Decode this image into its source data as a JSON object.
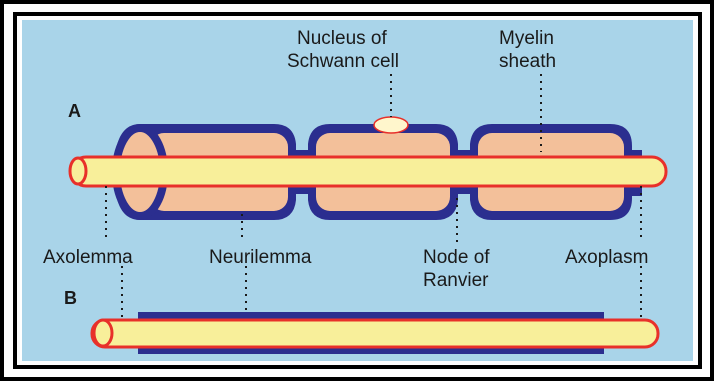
{
  "diagram": {
    "part_a": "A",
    "part_b": "B",
    "labels": {
      "nucleus_line1": "Nucleus of",
      "nucleus_line2": "Schwann cell",
      "myelin_line1": "Myelin",
      "myelin_line2": "sheath",
      "axolemma": "Axolemma",
      "neurilemma": "Neurilemma",
      "node_line1": "Node of",
      "node_line2": "Ranvier",
      "axoplasm": "Axoplasm"
    },
    "colors": {
      "background": "#a9d4e9",
      "neurilemma": "#2b2e8f",
      "myelin": "#f3c09a",
      "axon_fill": "#f8ef9a",
      "axon_outline": "#e8302a",
      "frame": "#000000"
    }
  }
}
